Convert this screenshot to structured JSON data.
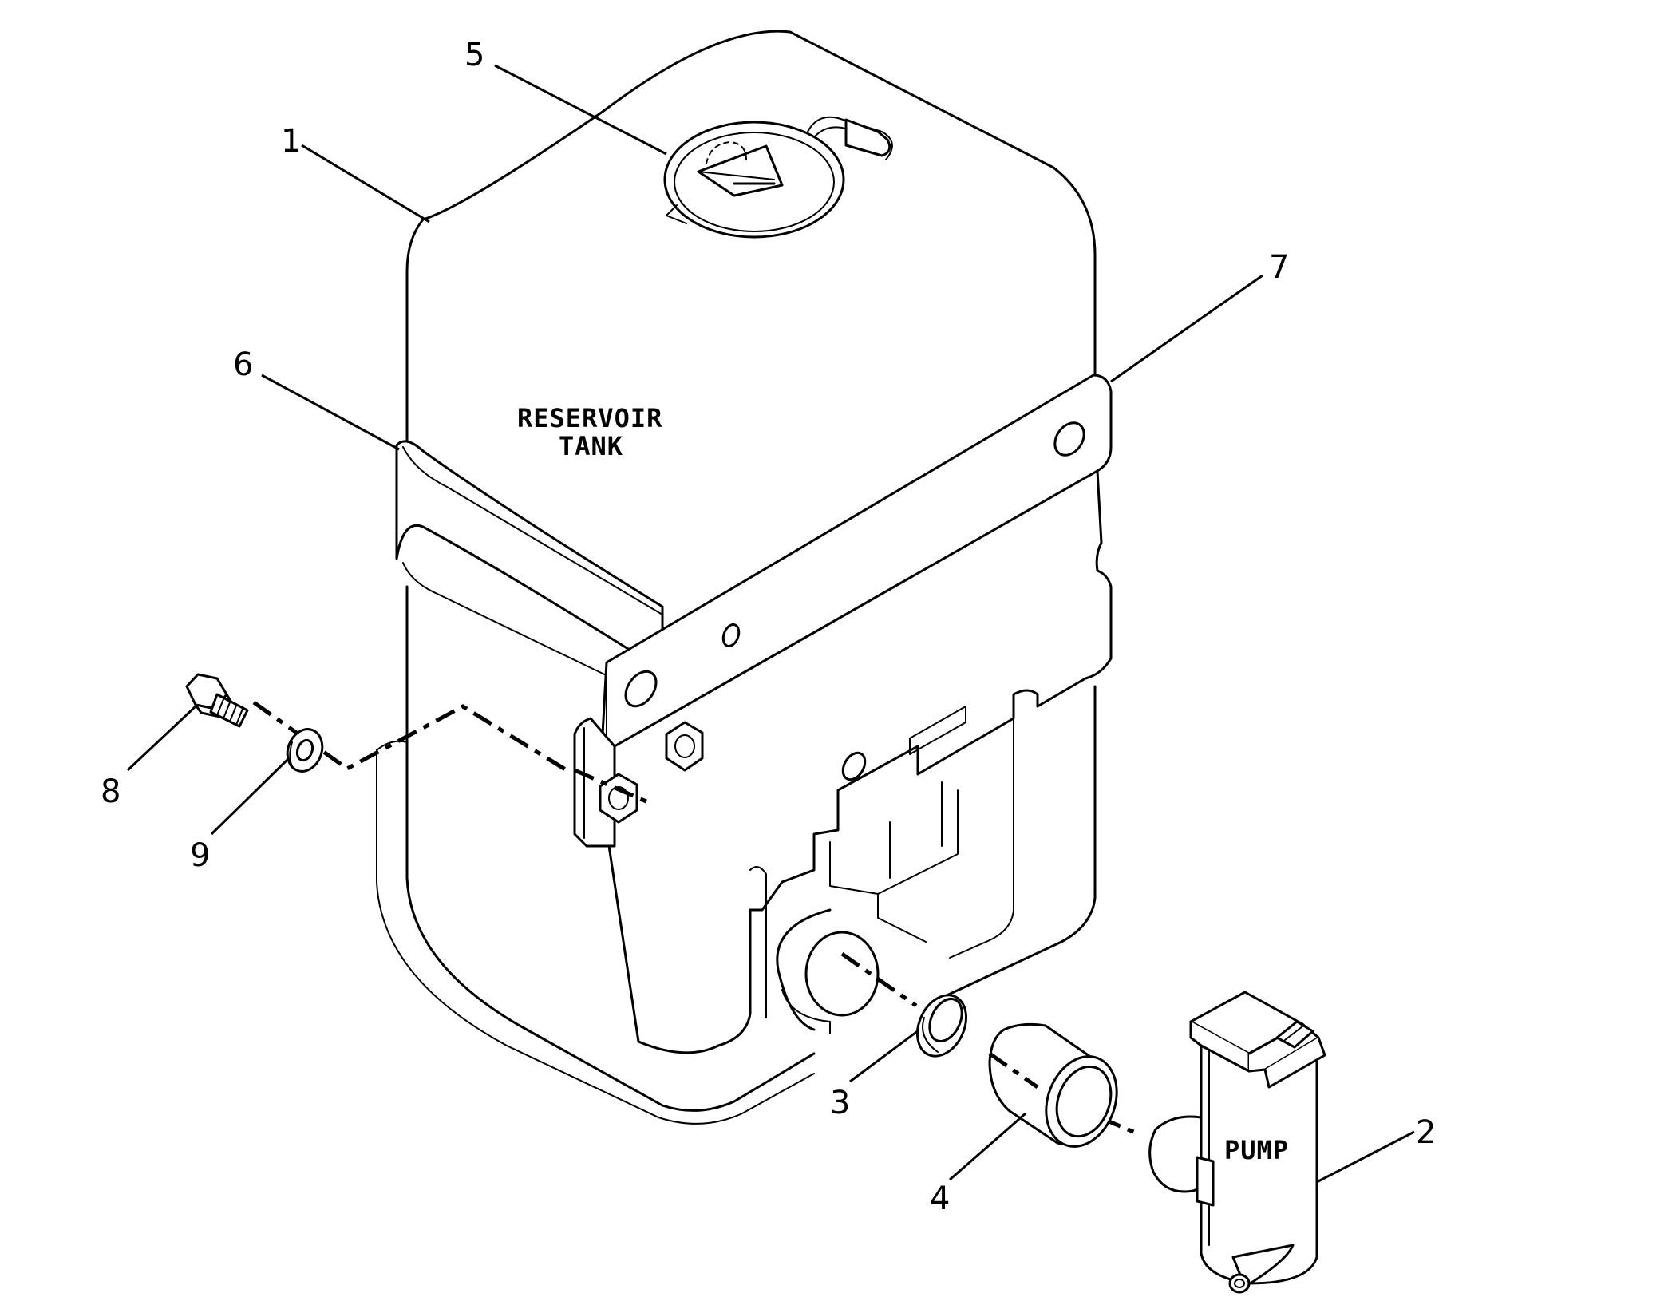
{
  "diagram": {
    "labels": {
      "tank_line1": "RESERVOIR",
      "tank_line2": "TANK",
      "pump": "PUMP"
    },
    "callouts": [
      "1",
      "2",
      "3",
      "4",
      "5",
      "6",
      "7",
      "8",
      "9"
    ]
  }
}
